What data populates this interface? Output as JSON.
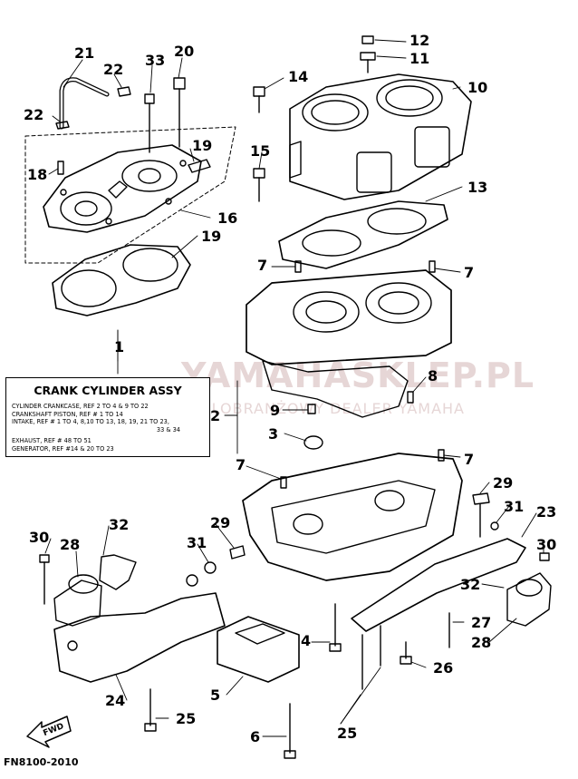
{
  "watermark": {
    "brand": "YAMAHASKLEP.PL",
    "tagline": "WIELOBRANŻOWY DEALER YAMAHA"
  },
  "assembly_box": {
    "title": "CRANK CYLINDER ASSY",
    "refs": [
      "CYLINDER CRANKCASE,   REF 2 TO 4 & 9 TO 22",
      "CRANKSHAFT PISTON,    REF # 1 TO 14",
      "INTAKE,    REF # 1 TO 4, 8,10 TO 13, 18, 19, 21 TO 23,",
      "33 & 34",
      "EXHAUST,   REF # 48 TO 51",
      "GENERATOR,  REF #14 & 20 TO 23"
    ]
  },
  "direction_tag": "FWD",
  "figure_code": "FN8100-2010",
  "callouts": {
    "c1": "1",
    "c2": "2",
    "c3": "3",
    "c4": "4",
    "c5": "5",
    "c6": "6",
    "c7a": "7",
    "c7b": "7",
    "c7c": "7",
    "c7d": "7",
    "c8": "8",
    "c9": "9",
    "c10": "10",
    "c11": "11",
    "c12": "12",
    "c13": "13",
    "c14": "14",
    "c15": "15",
    "c16": "16",
    "c18": "18",
    "c19a": "19",
    "c19b": "19",
    "c20": "20",
    "c21": "21",
    "c22a": "22",
    "c22b": "22",
    "c23": "23",
    "c24": "24",
    "c25a": "25",
    "c25b": "25",
    "c26": "26",
    "c27": "27",
    "c28a": "28",
    "c28b": "28",
    "c29a": "29",
    "c29b": "29",
    "c30a": "30",
    "c30b": "30",
    "c31a": "31",
    "c31b": "31",
    "c32a": "32",
    "c32b": "32",
    "c33": "33"
  }
}
